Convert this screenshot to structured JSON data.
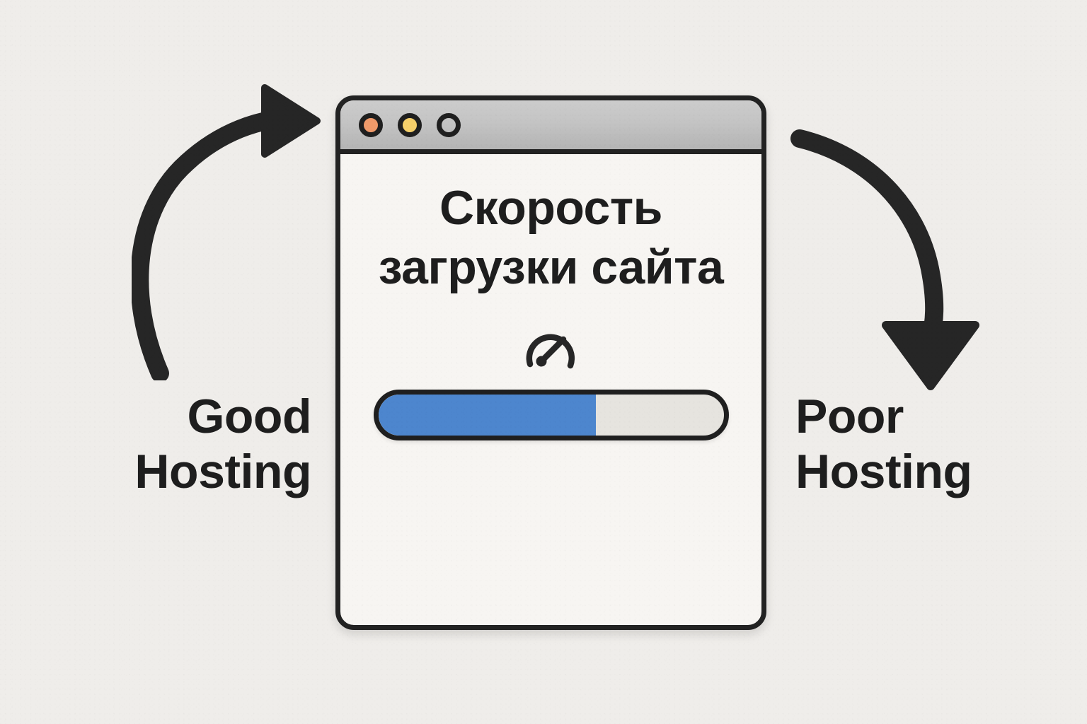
{
  "page": {
    "background_color": "#efedea",
    "ink_color": "#1e1e1e"
  },
  "left_label": {
    "line1": "Good",
    "line2": "Hosting",
    "icon": "curved-arrow-up-right"
  },
  "right_label": {
    "line1": "Poor",
    "line2": "Hosting",
    "icon": "curved-arrow-down-right"
  },
  "window": {
    "titlebar": {
      "buttons": [
        {
          "name": "close",
          "color": "#f09a6a",
          "filled": true
        },
        {
          "name": "minimize",
          "color": "#f6d06a",
          "filled": true
        },
        {
          "name": "maximize",
          "color": "transparent",
          "filled": false
        }
      ],
      "background_top": "#cccccc",
      "background_bottom": "#b4b4b4"
    },
    "body": {
      "headline_line1": "Скорость",
      "headline_line2": "загрузки сайта",
      "gauge_icon": "speedometer-icon",
      "progress": {
        "percent": 63,
        "fill_color": "#4d86ce",
        "track_color": "#e6e4df"
      }
    },
    "body_background": "#f7f5f2",
    "border_color": "#222222"
  }
}
